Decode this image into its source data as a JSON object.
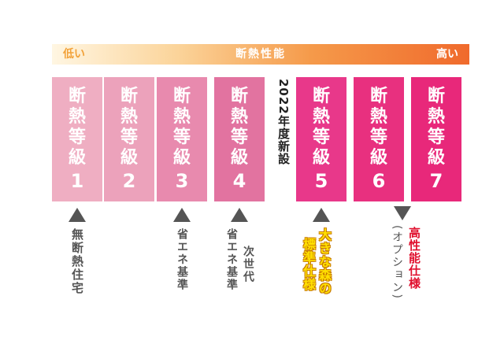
{
  "performance_bar": {
    "low_label": "低い",
    "title": "断熱性能",
    "high_label": "高い",
    "gradient_colors": [
      "#fff6e2",
      "#fbd49a",
      "#f59a4a",
      "#f06a2c"
    ]
  },
  "grade_prefix": "断熱等級",
  "grades": [
    {
      "number": "1",
      "color": "#efaec2"
    },
    {
      "number": "2",
      "color": "#eca2bb"
    },
    {
      "number": "3",
      "color": "#e88aae"
    },
    {
      "number": "4",
      "color": "#e273a0"
    },
    {
      "number": "5",
      "color": "#e8388a"
    },
    {
      "number": "6",
      "color": "#e8307f"
    },
    {
      "number": "7",
      "color": "#e8287a"
    }
  ],
  "new_in_2022_label": "2022年度新設",
  "annotations": {
    "grade1": "無断熱住宅",
    "grade3": "省エネ基準",
    "grade4_line1": "省エネ基準",
    "grade4_line2": "次世代",
    "grade5_line1": "大きな森の",
    "grade5_line2": "標準仕様",
    "grade7_line1": "高性能仕様",
    "grade7_line2": "(オプション)"
  },
  "colors": {
    "arrow": "#555555",
    "annotation_gray": "#555555",
    "standard_yellow": "#ffe000",
    "option_red": "#e0102e"
  }
}
